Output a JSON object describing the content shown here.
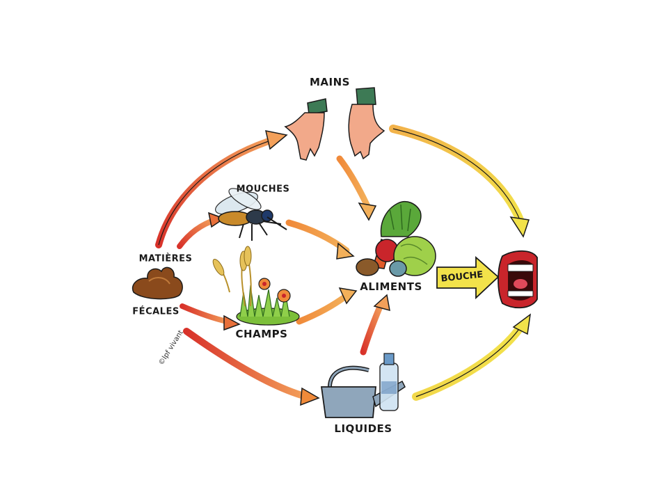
{
  "diagram": {
    "nodes": {
      "mains": "MAINS",
      "mouches": "MOUCHES",
      "matieres": "MATIÈRES",
      "fecales": "FÉCALES",
      "champs": "CHAMPS",
      "aliments": "ALIMENTS",
      "bouche": "BOUCHE",
      "liquides": "LIQUIDES"
    },
    "credit": "©lpf vivant",
    "colors": {
      "arrow_start": "#d8322a",
      "arrow_mid": "#f08a3a",
      "arrow_end": "#f2e24a",
      "outline": "#1a1a1a",
      "skin": "#f2a98a",
      "sleeve": "#3d7a55",
      "feces": "#8a4a1c",
      "grass": "#7cbf3a",
      "water_can": "#8fa6bb",
      "mouth_red": "#c9252b"
    }
  }
}
